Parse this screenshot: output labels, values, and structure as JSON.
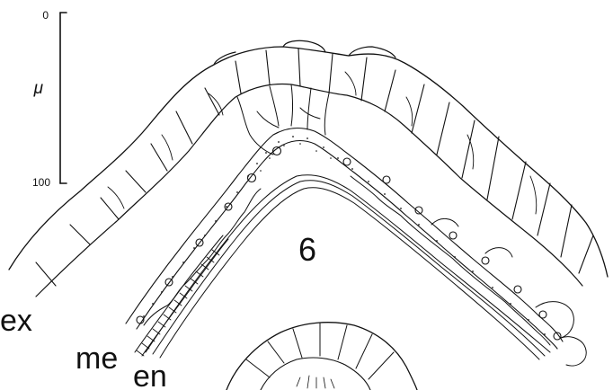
{
  "scale_bar": {
    "top_label": "0",
    "unit_label": "μ",
    "bottom_label": "100"
  },
  "figure_number": "6",
  "layer_labels": {
    "ectoderm": "ex",
    "mesoderm": "me",
    "endoderm": "en"
  },
  "colors": {
    "ink": "#111111",
    "paper": "#ffffff"
  }
}
